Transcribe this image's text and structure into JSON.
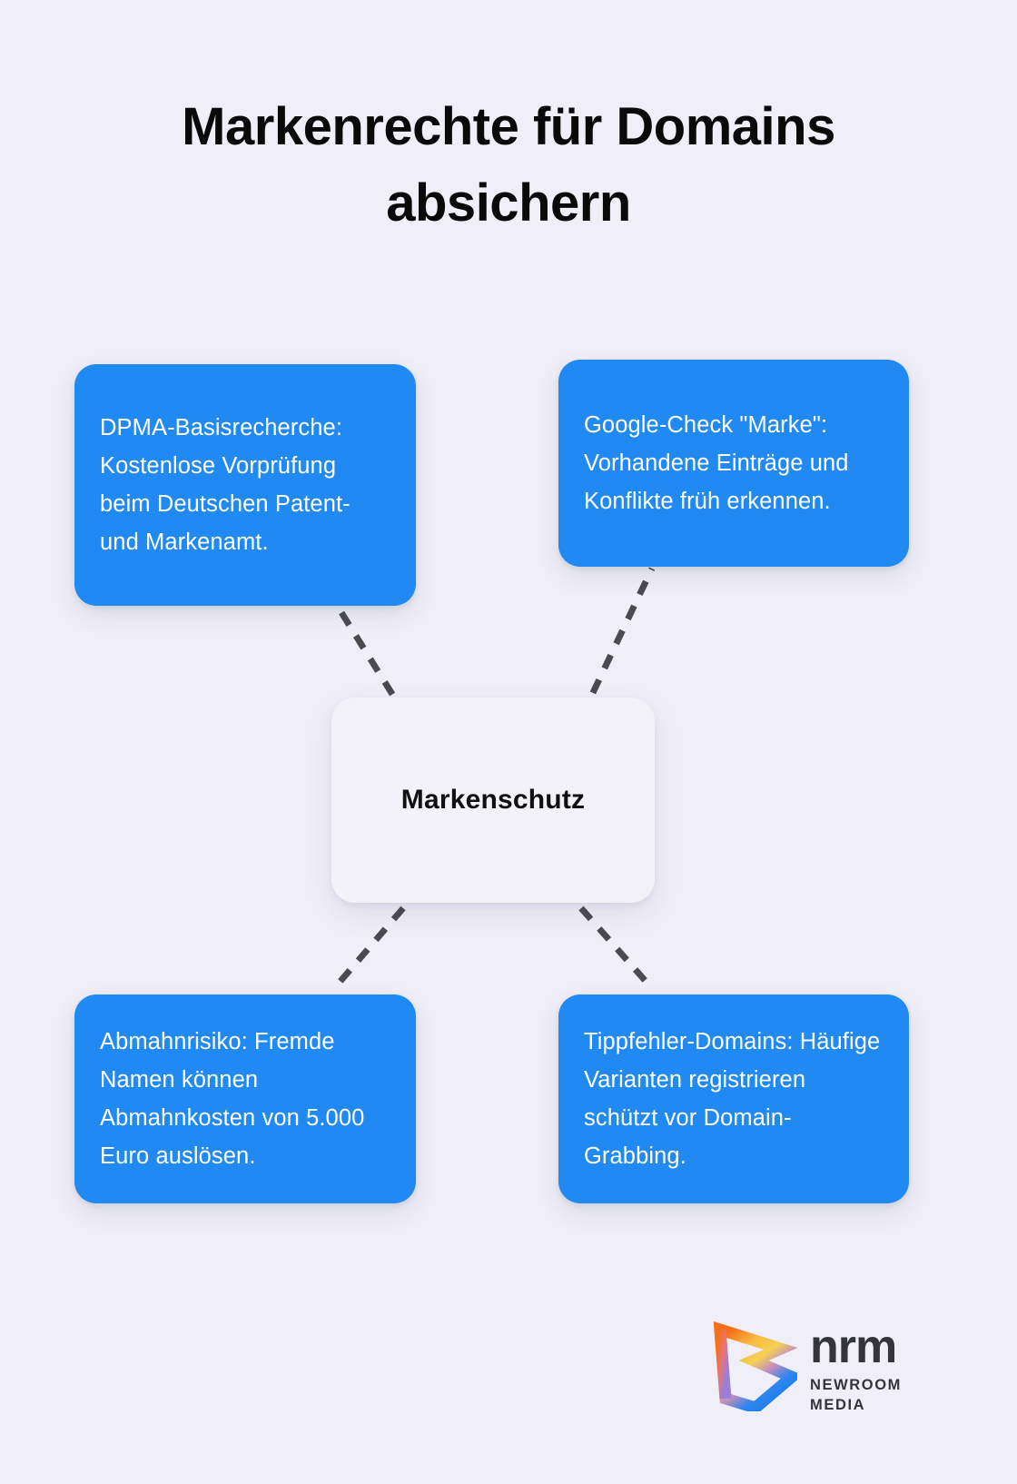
{
  "page": {
    "background_color": "#f0eff8",
    "title": "Markenrechte für Domains absichern"
  },
  "diagram": {
    "type": "mind-map",
    "center": {
      "label": "Markenschutz",
      "background_color": "#f3f2f9",
      "text_color": "#111111"
    },
    "node_color": "#2189f2",
    "node_text_color": "#ffffff",
    "connector_color": "#4a4a4f",
    "connector_style": "dashed",
    "nodes": [
      {
        "id": "top-left",
        "position": "top-left",
        "text": "DPMA-Basisrecherche: Kostenlose Vorprüfung beim Deutschen Patent- und Markenamt."
      },
      {
        "id": "top-right",
        "position": "top-right",
        "text": "Google-Check \"Marke\": Vorhandene Einträge und Konflikte früh erkennen."
      },
      {
        "id": "bottom-left",
        "position": "bottom-left",
        "text": "Abmahnrisiko: Fremde Namen können Abmahnkosten von 5.000 Euro auslösen."
      },
      {
        "id": "bottom-right",
        "position": "bottom-right",
        "text": "Tippfehler-Domains: Häufige Varianten registrieren schützt vor Domain-Grabbing."
      }
    ]
  },
  "logo": {
    "name": "nrm",
    "tagline": "NEWROOM MEDIA",
    "mark_colors": [
      "#f2711c",
      "#f5c146",
      "#1a84f0",
      "#b97ec4"
    ],
    "text_color": "#34353a"
  }
}
